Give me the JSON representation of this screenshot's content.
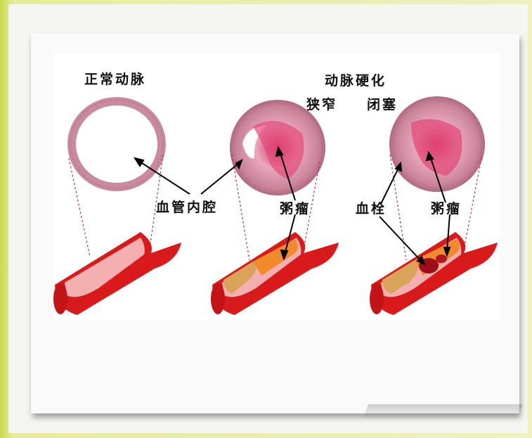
{
  "labels": {
    "normal_artery": "正常动脉",
    "atherosclerosis": "动脉硬化",
    "stenosis": "狭窄",
    "occlusion": "闭塞",
    "lumen": "血管内腔",
    "atheroma_1": "粥瘤",
    "thrombus": "血栓",
    "atheroma_2": "粥瘤"
  },
  "colors": {
    "vessel_red": "#d91a1a",
    "vessel_inner": "#f4b0b0",
    "plaque_orange": "#f08a2a",
    "plaque_tan": "#d9a45a",
    "thrombus_dark": "#9c0f1a",
    "tissue_pink": "#c98aa0"
  }
}
